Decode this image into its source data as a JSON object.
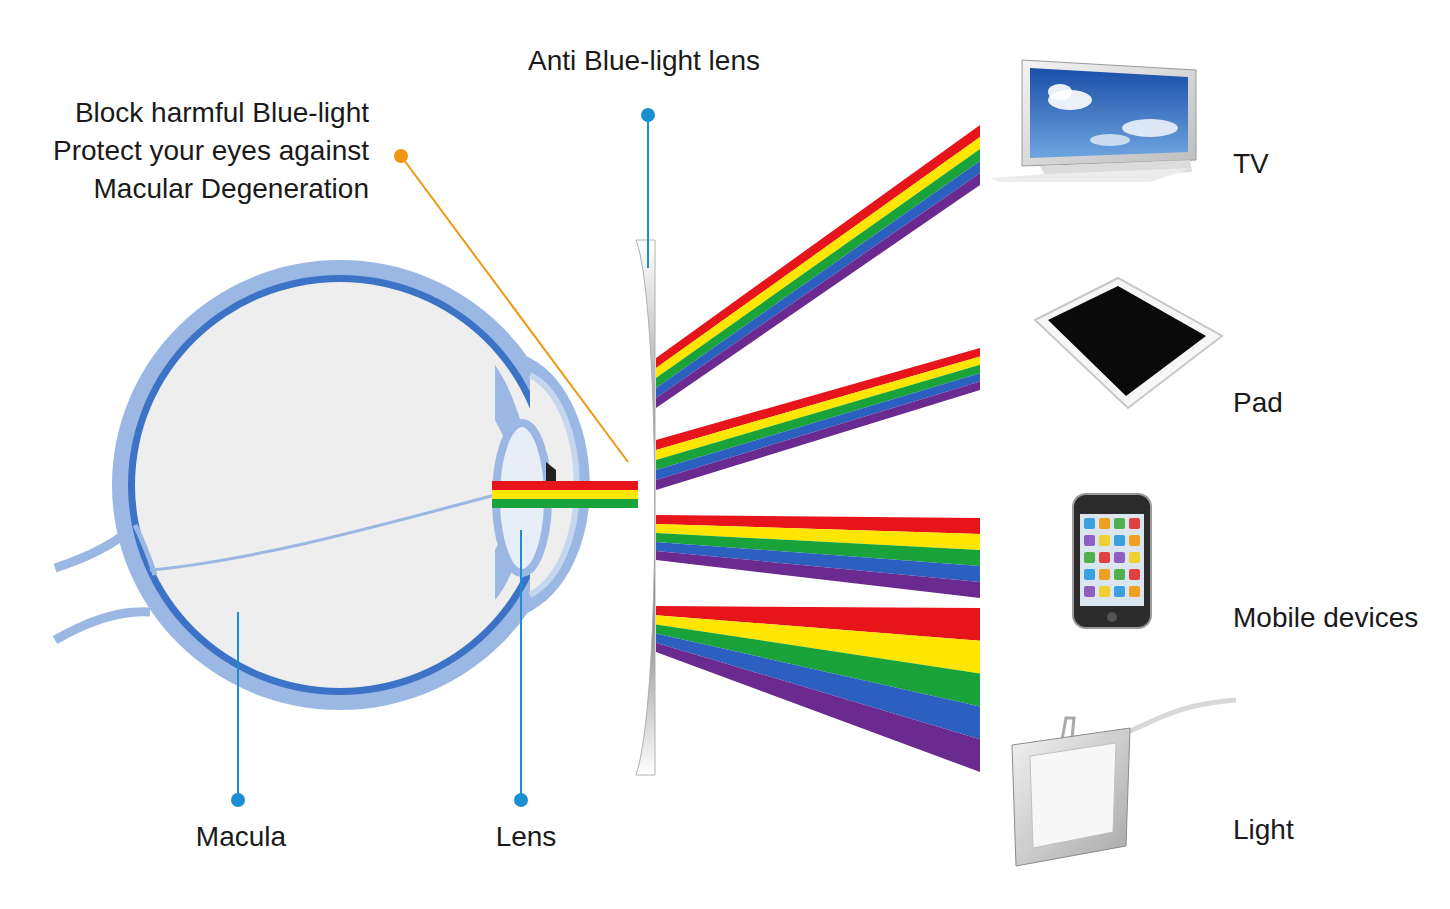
{
  "diagram": {
    "labels": [
      "Anti Blue-light lens",
      "Block harmful Blue-light Protect your eyes against Macular Degeneration",
      "TV",
      "Pad",
      "Mobile devices",
      "Light",
      "Macula",
      "Lens"
    ]
  }
}
